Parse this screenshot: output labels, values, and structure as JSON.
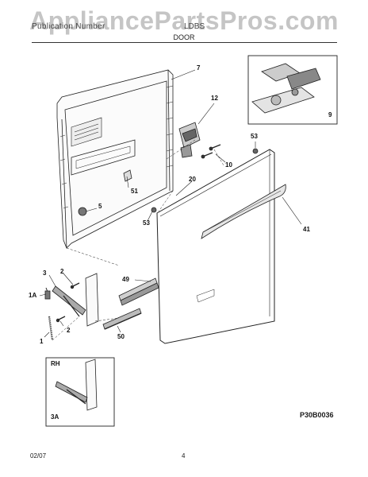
{
  "watermark": "AppliancePartsPros.com",
  "header": {
    "left_text": "Publication Number",
    "right_text": "LDBS",
    "title": "DOOR"
  },
  "callouts": {
    "c7": "7",
    "c12": "12",
    "c9": "9",
    "c53a": "53",
    "c10": "10",
    "c20": "20",
    "c51": "51",
    "c5": "5",
    "c53b": "53",
    "c41": "41",
    "c2a": "2",
    "c3": "3",
    "c49": "49",
    "c1a": "1A",
    "c2b": "2",
    "c1": "1",
    "c50": "50"
  },
  "inset": {
    "rh": "RH",
    "part": "3A"
  },
  "drawing_number": "P30B0036",
  "footer": {
    "date": "02/07",
    "page": "4"
  }
}
